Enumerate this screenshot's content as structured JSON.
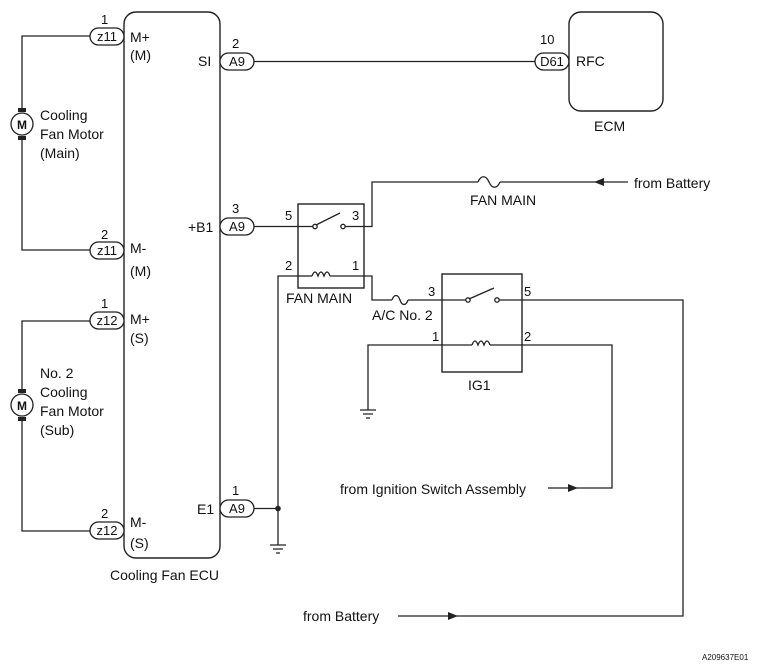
{
  "ecu": {
    "name": "Cooling Fan ECU",
    "pins": {
      "si": "SI",
      "b1": "+B1",
      "e1": "E1",
      "mp_m": "M+",
      "mp_m_sub": "(M)",
      "mm_m": "M-",
      "mm_m_sub": "(M)",
      "mp_s": "M+",
      "mp_s_sub": "(S)",
      "mm_s": "M-",
      "mm_s_sub": "(S)"
    }
  },
  "ecm": {
    "name": "ECM",
    "terminal": "RFC",
    "pin": "10",
    "connector": "D61"
  },
  "connectors": {
    "z11_top": {
      "id": "z11",
      "pin": "1"
    },
    "z11_bot": {
      "id": "z11",
      "pin": "2"
    },
    "z12_top": {
      "id": "z12",
      "pin": "1"
    },
    "z12_bot": {
      "id": "z12",
      "pin": "2"
    },
    "a9_si": {
      "id": "A9",
      "pin": "2"
    },
    "a9_b1": {
      "id": "A9",
      "pin": "3"
    },
    "a9_e1": {
      "id": "A9",
      "pin": "1"
    }
  },
  "motor_main": {
    "symbol": "M",
    "label_lines": [
      "Cooling",
      "Fan Motor",
      "(Main)"
    ]
  },
  "motor_sub": {
    "symbol": "M",
    "label_lines": [
      "No. 2",
      "Cooling",
      "Fan Motor",
      "(Sub)"
    ]
  },
  "relay_fan_main": {
    "name": "FAN MAIN",
    "pins": [
      "5",
      "3",
      "2",
      "1"
    ]
  },
  "relay_ig1": {
    "name": "IG1",
    "pins": [
      "3",
      "5",
      "1",
      "2"
    ]
  },
  "fuses": {
    "fan_main": "FAN MAIN",
    "ac_no2": "A/C No. 2"
  },
  "sources": {
    "battery_top": "from Battery",
    "ignition": "from Ignition Switch Assembly",
    "battery_bottom": "from Battery"
  },
  "figure_id": "A209637E01"
}
